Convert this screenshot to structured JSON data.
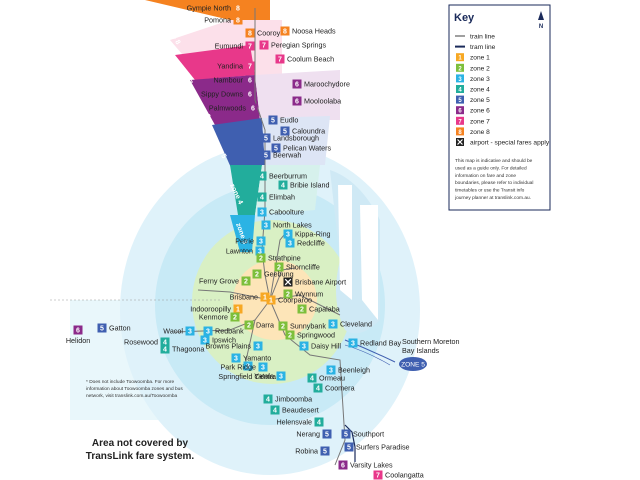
{
  "legend": {
    "title": "Key",
    "compass": "N",
    "items": [
      {
        "kind": "line",
        "color": "#777777",
        "label": "train line"
      },
      {
        "kind": "line",
        "color": "#1a2a5a",
        "label": "tram line"
      },
      {
        "kind": "zone",
        "zone": "1",
        "color": "#f7a823",
        "label": "zone 1"
      },
      {
        "kind": "zone",
        "zone": "2",
        "color": "#7dbf3b",
        "label": "zone 2"
      },
      {
        "kind": "zone",
        "zone": "3",
        "color": "#2bb3e4",
        "label": "zone 3"
      },
      {
        "kind": "zone",
        "zone": "4",
        "color": "#22ad9c",
        "label": "zone 4"
      },
      {
        "kind": "zone",
        "zone": "5",
        "color": "#3f5fb0",
        "label": "zone 5"
      },
      {
        "kind": "zone",
        "zone": "6",
        "color": "#8b2a8a",
        "label": "zone 6"
      },
      {
        "kind": "zone",
        "zone": "7",
        "color": "#e8388a",
        "label": "zone 7"
      },
      {
        "kind": "zone",
        "zone": "8",
        "color": "#f58220",
        "label": "zone 8"
      },
      {
        "kind": "airport",
        "color": "#222222",
        "label": "airport - special fares apply"
      }
    ],
    "note_lines": [
      "This map is indicative and should be",
      "used as a guide only. For detailed",
      "information on fare and zone",
      "boundaries, please refer to individual",
      "timetables or use the Transit info",
      "journey planner at translink.com.au."
    ]
  },
  "zone_bands": [
    {
      "zone": "zone 8",
      "color": "#f58220"
    },
    {
      "zone": "zone 7",
      "color": "#e8388a"
    },
    {
      "zone": "zone 6",
      "color": "#8b2a8a"
    },
    {
      "zone": "zone 5",
      "color": "#3f5fb0"
    },
    {
      "zone": "zone 4",
      "color": "#22ad9c"
    },
    {
      "zone": "zone 3",
      "color": "#2bb3e4"
    }
  ],
  "stations": [
    {
      "name": "Gympie North",
      "zone": "8",
      "side": "left"
    },
    {
      "name": "Pomona",
      "zone": "8",
      "side": "left"
    },
    {
      "name": "Cooroy",
      "zone": "8",
      "side": "right"
    },
    {
      "name": "Noosa Heads",
      "zone": "8",
      "side": "right"
    },
    {
      "name": "Peregian Springs",
      "zone": "7",
      "side": "right"
    },
    {
      "name": "Eumundi",
      "zone": "7",
      "side": "left"
    },
    {
      "name": "Coolum Beach",
      "zone": "7",
      "side": "right"
    },
    {
      "name": "Yandina",
      "zone": "7",
      "side": "left"
    },
    {
      "name": "Nambour",
      "zone": "6",
      "side": "left"
    },
    {
      "name": "Maroochydore",
      "zone": "6",
      "side": "right"
    },
    {
      "name": "Sippy Downs",
      "zone": "6",
      "side": "left"
    },
    {
      "name": "Mooloolaba",
      "zone": "6",
      "side": "right"
    },
    {
      "name": "Palmwoods",
      "zone": "6",
      "side": "left"
    },
    {
      "name": "Eudlo",
      "zone": "5",
      "side": "right"
    },
    {
      "name": "Caloundra",
      "zone": "5",
      "side": "right"
    },
    {
      "name": "Landsborough",
      "zone": "5",
      "side": "right"
    },
    {
      "name": "Pelican Waters",
      "zone": "5",
      "side": "right"
    },
    {
      "name": "Beerwah",
      "zone": "5",
      "side": "right"
    },
    {
      "name": "Beerburrum",
      "zone": "4",
      "side": "right"
    },
    {
      "name": "Bribie Island",
      "zone": "4",
      "side": "right"
    },
    {
      "name": "Elimbah",
      "zone": "4",
      "side": "right"
    },
    {
      "name": "Caboolture",
      "zone": "3",
      "side": "right"
    },
    {
      "name": "North Lakes",
      "zone": "3",
      "side": "right"
    },
    {
      "name": "Kippa-Ring",
      "zone": "3",
      "side": "right"
    },
    {
      "name": "Petrie",
      "zone": "3",
      "side": "left"
    },
    {
      "name": "Redcliffe",
      "zone": "3",
      "side": "right"
    },
    {
      "name": "Lawnton",
      "zone": "3",
      "side": "left"
    },
    {
      "name": "Strathpine",
      "zone": "2",
      "side": "right"
    },
    {
      "name": "Shorncliffe",
      "zone": "2",
      "side": "right"
    },
    {
      "name": "Geebung",
      "zone": "2",
      "side": "right"
    },
    {
      "name": "Brisbane Airport",
      "zone": "airport",
      "side": "right"
    },
    {
      "name": "Ferny Grove",
      "zone": "2",
      "side": "left"
    },
    {
      "name": "Wynnum",
      "zone": "2",
      "side": "right"
    },
    {
      "name": "Brisbane",
      "zone": "1",
      "side": "left"
    },
    {
      "name": "Coorparoo",
      "zone": "1",
      "side": "right"
    },
    {
      "name": "Indooroopilly",
      "zone": "1",
      "side": "left"
    },
    {
      "name": "Capalaba",
      "zone": "2",
      "side": "right"
    },
    {
      "name": "Cleveland",
      "zone": "3",
      "side": "right"
    },
    {
      "name": "Kenmore",
      "zone": "2",
      "side": "left"
    },
    {
      "name": "Sunnybank",
      "zone": "2",
      "side": "right"
    },
    {
      "name": "Darra",
      "zone": "2",
      "side": "right"
    },
    {
      "name": "Wacol",
      "zone": "3",
      "side": "left"
    },
    {
      "name": "Redbank",
      "zone": "3",
      "side": "right"
    },
    {
      "name": "Springwood",
      "zone": "2",
      "side": "right"
    },
    {
      "name": "Gatton",
      "zone": "5",
      "side": "right"
    },
    {
      "name": "Helidon",
      "zone": "6",
      "side": "below"
    },
    {
      "name": "Rosewood",
      "zone": "4",
      "side": "left"
    },
    {
      "name": "Ipswich",
      "zone": "3",
      "side": "right"
    },
    {
      "name": "Thagoona",
      "zone": "4",
      "side": "right"
    },
    {
      "name": "Browns Plains",
      "zone": "3",
      "side": "left"
    },
    {
      "name": "Daisy Hill",
      "zone": "3",
      "side": "right"
    },
    {
      "name": "Redland Bay",
      "zone": "3",
      "side": "right"
    },
    {
      "name": "Yamanto",
      "zone": "3",
      "side": "right"
    },
    {
      "name": "Springfield Central",
      "zone": "3",
      "side": "below"
    },
    {
      "name": "Park Ridge",
      "zone": "3",
      "side": "left"
    },
    {
      "name": "Beenleigh",
      "zone": "3",
      "side": "right"
    },
    {
      "name": "Yatala",
      "zone": "3",
      "side": "left"
    },
    {
      "name": "Ormeau",
      "zone": "4",
      "side": "right"
    },
    {
      "name": "Coomera",
      "zone": "4",
      "side": "right"
    },
    {
      "name": "Jimboomba",
      "zone": "4",
      "side": "right"
    },
    {
      "name": "Beaudesert",
      "zone": "4",
      "side": "right"
    },
    {
      "name": "Helensvale",
      "zone": "4",
      "side": "left"
    },
    {
      "name": "Southport",
      "zone": "5",
      "side": "right"
    },
    {
      "name": "Nerang",
      "zone": "5",
      "side": "left"
    },
    {
      "name": "Surfers Paradise",
      "zone": "5",
      "side": "right"
    },
    {
      "name": "Robina",
      "zone": "5",
      "side": "left"
    },
    {
      "name": "Varsity Lakes",
      "zone": "6",
      "side": "right"
    },
    {
      "name": "Coolangatta",
      "zone": "7",
      "side": "right"
    }
  ],
  "islands": {
    "label_lines": [
      "Southern Moreton",
      "Bay Islands"
    ],
    "zone_label": "ZONE 5"
  },
  "footnote_lines": [
    "* Does not include Toowoomba. For more",
    "information about Toowoomba zones and bus",
    "network, visit translink.com.au/Toowoomba"
  ],
  "coverage_note_lines": [
    "Area not covered by",
    "TransLink fare system."
  ],
  "zone_colors": {
    "1": "#f7a823",
    "2": "#7dbf3b",
    "3": "#2bb3e4",
    "4": "#22ad9c",
    "5": "#3f5fb0",
    "6": "#8b2a8a",
    "7": "#e8388a",
    "8": "#f58220",
    "airport": "#222222"
  }
}
